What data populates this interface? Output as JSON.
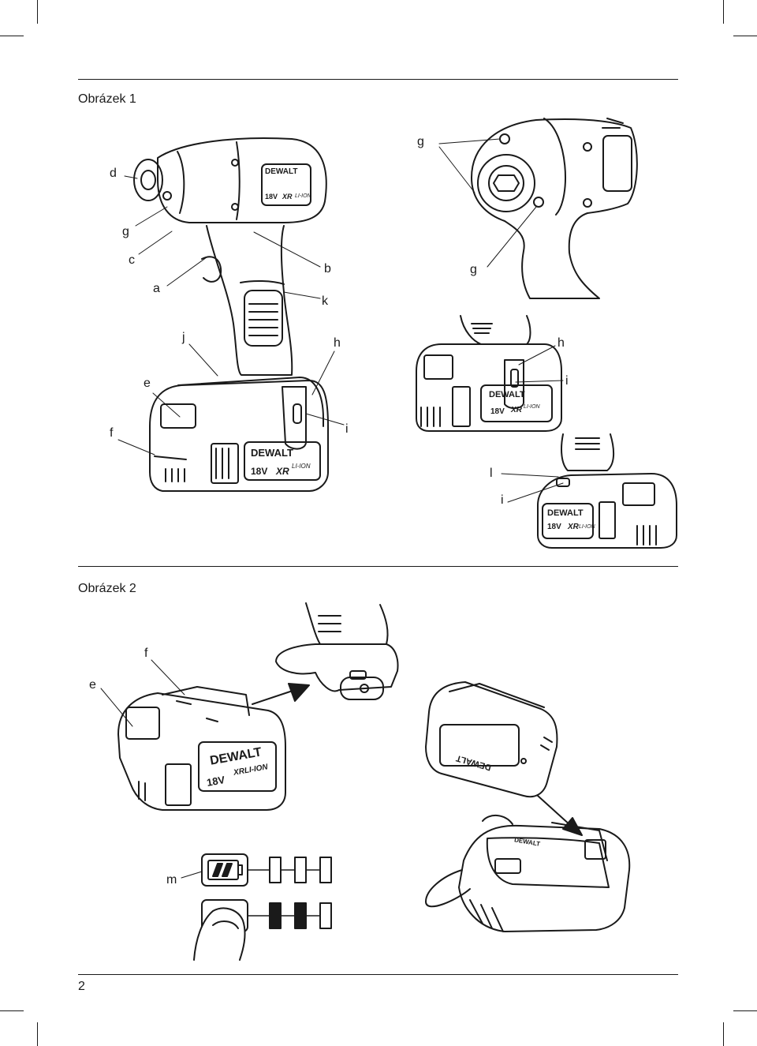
{
  "figure1": {
    "heading": "Obrázek 1",
    "labels": [
      "d",
      "g",
      "c",
      "a",
      "b",
      "k",
      "j",
      "h",
      "e",
      "f",
      "i",
      "g",
      "g",
      "h",
      "i",
      "l",
      "i"
    ]
  },
  "figure2": {
    "heading": "Obrázek 2",
    "labels": [
      "e",
      "f",
      "m"
    ]
  },
  "brand": {
    "logo": "DEWALT",
    "voltage": "18V",
    "series": "XR",
    "chem": "LI-ION",
    "chem2": "XRLI-ION"
  },
  "page_number": "2"
}
